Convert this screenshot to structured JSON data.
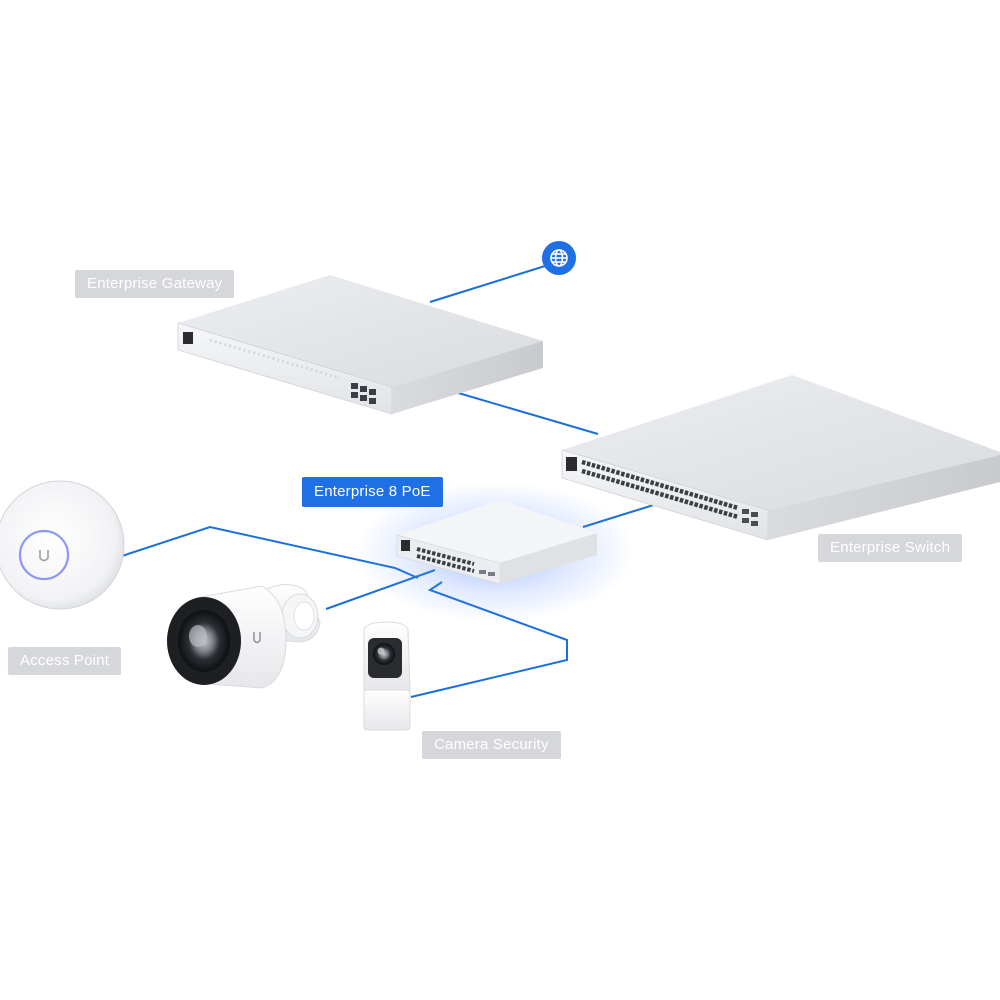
{
  "labels": {
    "gateway": "Enterprise Gateway",
    "poe": "Enterprise 8 PoE",
    "switch": "Enterprise Switch",
    "access_point": "Access Point",
    "camera": "Camera Security"
  },
  "icons": {
    "internet": "globe-icon",
    "access_point_logo": "ubiquiti-u-logo-icon",
    "camera_logo": "ubiquiti-u-logo-icon"
  },
  "colors": {
    "connection_line": "#1a6fe0",
    "active_label": "#1f6fe5",
    "inactive_label": "#d6d7da",
    "globe_badge": "#1f6fe5",
    "device_body": "#e8e9ec",
    "poe_glow": "#5b8cff",
    "status_led": "#6f7dff"
  },
  "devices": [
    {
      "id": "gateway",
      "name": "Enterprise Gateway"
    },
    {
      "id": "switch",
      "name": "Enterprise Switch"
    },
    {
      "id": "poe",
      "name": "Enterprise 8 PoE",
      "highlighted": true
    },
    {
      "id": "access_point",
      "name": "Access Point"
    },
    {
      "id": "bullet_camera",
      "name": "Camera Security"
    },
    {
      "id": "flex_camera",
      "name": "Camera Security"
    }
  ],
  "connections": [
    {
      "from": "internet",
      "to": "gateway"
    },
    {
      "from": "gateway",
      "to": "switch"
    },
    {
      "from": "switch",
      "to": "poe"
    },
    {
      "from": "poe",
      "to": "access_point"
    },
    {
      "from": "poe",
      "to": "bullet_camera"
    },
    {
      "from": "poe",
      "to": "flex_camera"
    }
  ]
}
